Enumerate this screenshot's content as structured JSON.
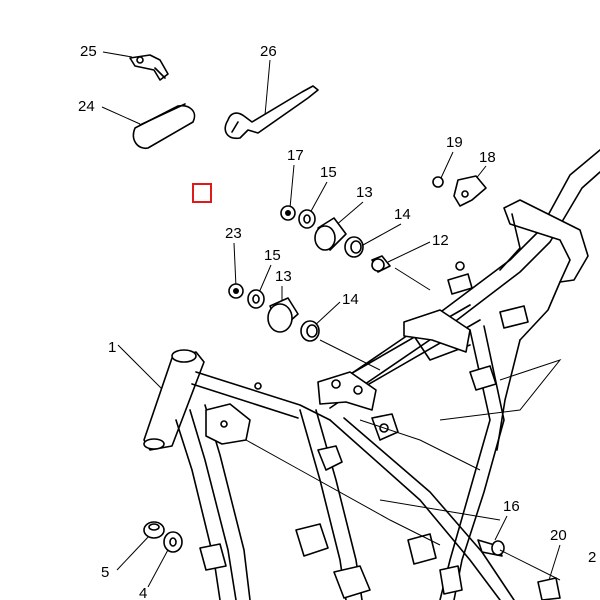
{
  "callouts": [
    {
      "id": "25",
      "label": "25"
    },
    {
      "id": "26",
      "label": "26"
    },
    {
      "id": "24",
      "label": "24"
    },
    {
      "id": "17",
      "label": "17"
    },
    {
      "id": "15a",
      "label": "15"
    },
    {
      "id": "13a",
      "label": "13"
    },
    {
      "id": "14a",
      "label": "14"
    },
    {
      "id": "19",
      "label": "19"
    },
    {
      "id": "18",
      "label": "18"
    },
    {
      "id": "12",
      "label": "12"
    },
    {
      "id": "23",
      "label": "23"
    },
    {
      "id": "15b",
      "label": "15"
    },
    {
      "id": "13b",
      "label": "13"
    },
    {
      "id": "14b",
      "label": "14"
    },
    {
      "id": "1",
      "label": "1"
    },
    {
      "id": "16",
      "label": "16"
    },
    {
      "id": "5",
      "label": "5"
    },
    {
      "id": "4",
      "label": "4"
    },
    {
      "id": "20",
      "label": "20"
    },
    {
      "id": "2",
      "label": "2"
    }
  ],
  "colors": {
    "line": "#000000",
    "background": "#ffffff",
    "highlight_marker": "#e01a1a"
  },
  "marker": {
    "icon": "selection-square-icon"
  }
}
